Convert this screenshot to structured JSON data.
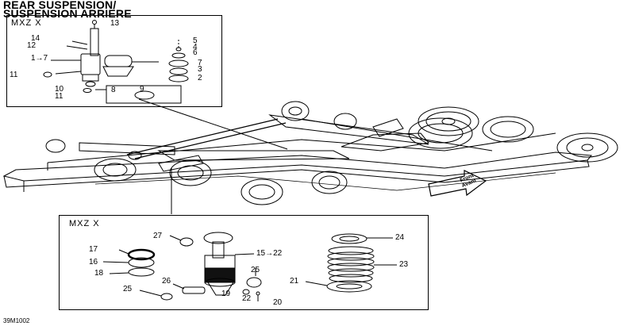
{
  "title": {
    "line1": "REAR SUSPENSION/",
    "line2": "SUSPENSION ARRIERE"
  },
  "boxes": {
    "top_left": {
      "model": "MXZ X"
    },
    "bottom": {
      "model": "MXZ X"
    }
  },
  "direction_badge": {
    "line1": "Front",
    "line2": "Avant"
  },
  "drawing_code": "39M1002",
  "callouts_top": {
    "c13": "13",
    "c14": "14",
    "c12": "12",
    "c1_7": "1→7",
    "c11a": "11",
    "c10": "10",
    "c11b": "11",
    "c8": "8",
    "c9": "9",
    "c5": "5",
    "c4": "4",
    "c6": "6",
    "c7": "7",
    "c3": "3",
    "c2": "2"
  },
  "callouts_bottom": {
    "c27": "27",
    "c17": "17",
    "c16": "16",
    "c18": "18",
    "c15_22": "15→22",
    "c24": "24",
    "c23": "23",
    "c21": "21",
    "c26": "26",
    "c25a": "25",
    "c25b": "25",
    "c19": "19",
    "c22": "22",
    "c20": "20"
  }
}
